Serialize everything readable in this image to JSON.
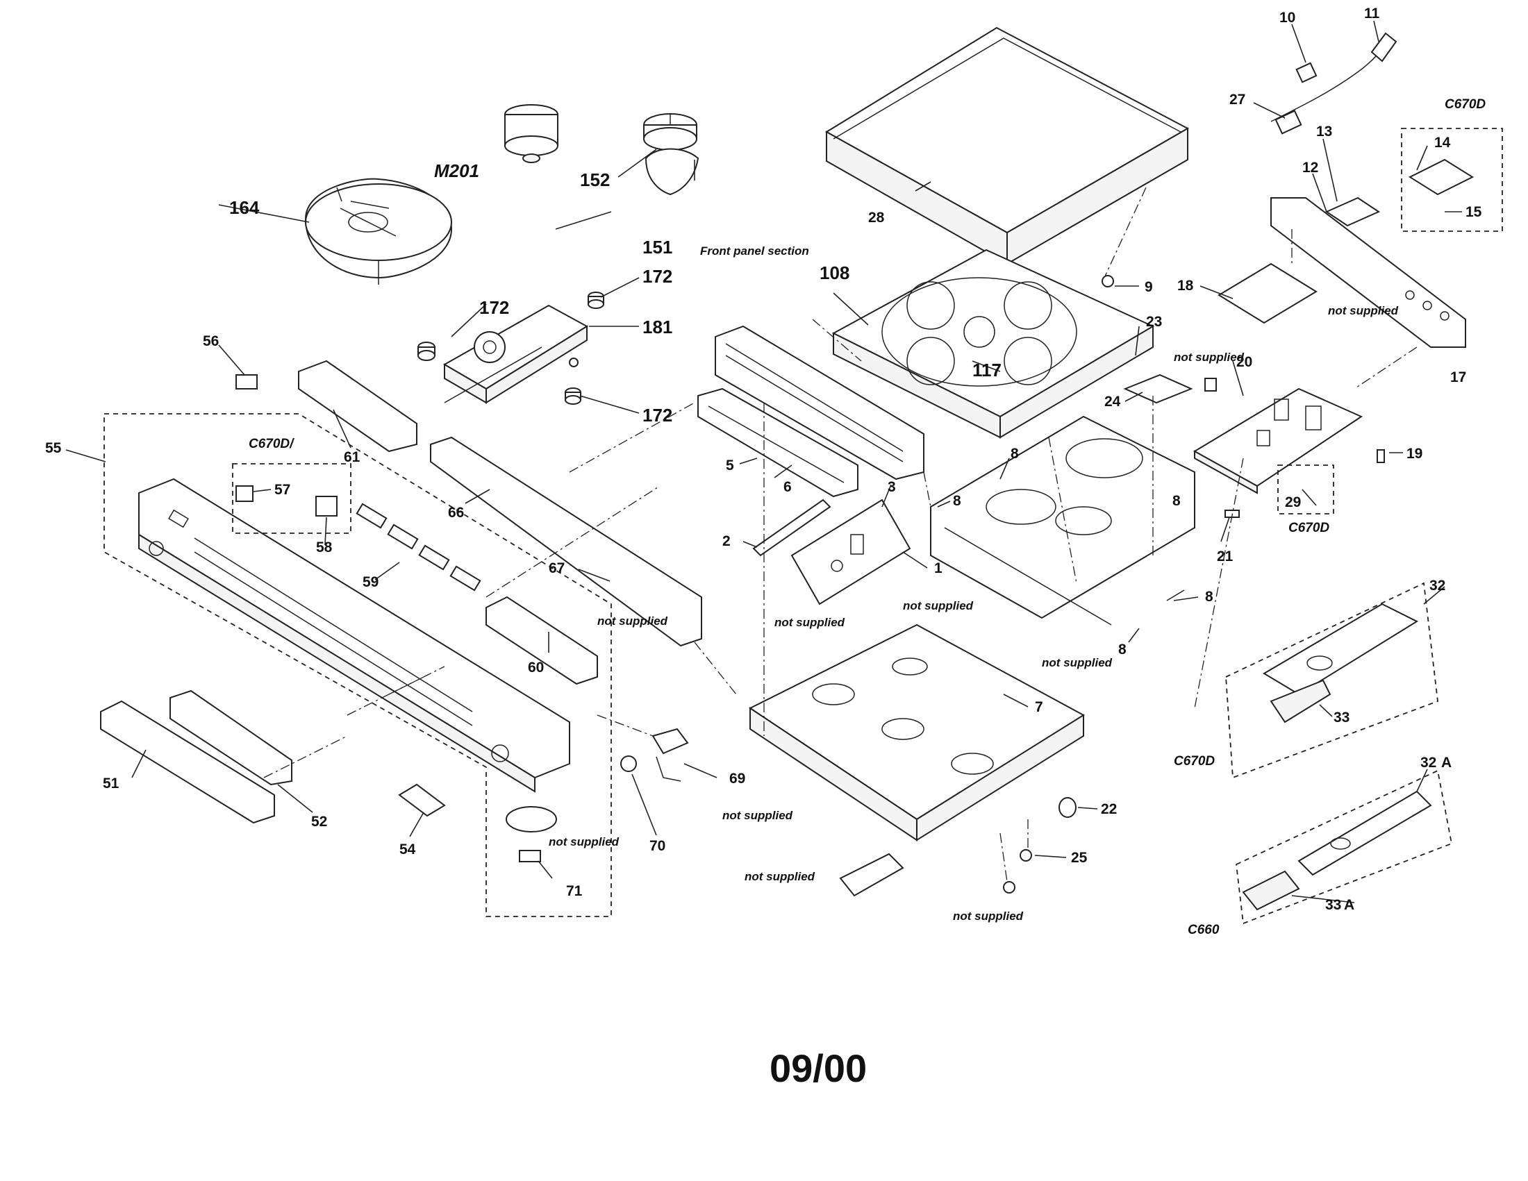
{
  "diagram": {
    "labels": {
      "p10": "10",
      "p11": "11",
      "p27": "27",
      "pC670D_top": "C670D",
      "pM201": "M201",
      "p152": "152",
      "p151": "151",
      "p164": "164",
      "p28": "28",
      "p108": "108",
      "p117": "117",
      "p9": "9",
      "p14": "14",
      "p13": "13",
      "p12": "12",
      "p15": "15",
      "p17": "17",
      "p18": "18",
      "p23": "23",
      "p24": "24",
      "p20": "20",
      "p19": "19",
      "p29": "29",
      "pC670D_29": "C670D",
      "p21": "21",
      "p172a": "172",
      "p172b": "172",
      "p172c": "172",
      "p181": "181",
      "p56": "56",
      "p55": "55",
      "p57": "57",
      "p58": "58",
      "pC670D_57": "C670D/",
      "p61": "61",
      "p66": "66",
      "p59": "59",
      "p67": "67",
      "p60": "60",
      "p51": "51",
      "p52": "52",
      "p54": "54",
      "p69": "69",
      "p70": "70",
      "p71": "71",
      "p5": "5",
      "p6": "6",
      "p2": "2",
      "p3": "3",
      "p1": "1",
      "p8a": "8",
      "p8b": "8",
      "p8c": "8",
      "p8d": "8",
      "p8e": "8",
      "p7": "7",
      "p22": "22",
      "p25": "25",
      "p32": "32",
      "p33": "33",
      "pC670D_remote": "C670D",
      "p32A": "32",
      "p33A": "33",
      "pC660": "C660"
    },
    "notes": {
      "front_panel_section": "Front panel section",
      "ns_18": "not supplied",
      "ns_20": "not supplied",
      "ns_67": "not supplied",
      "ns_board": "not supplied",
      "ns_top": "not supplied",
      "ns_7": "not supplied",
      "ns_71": "not supplied",
      "ns_chassis": "not supplied",
      "ns_bracket": "not supplied",
      "ns_screw": "not supplied"
    },
    "footer_date": "09/00"
  }
}
